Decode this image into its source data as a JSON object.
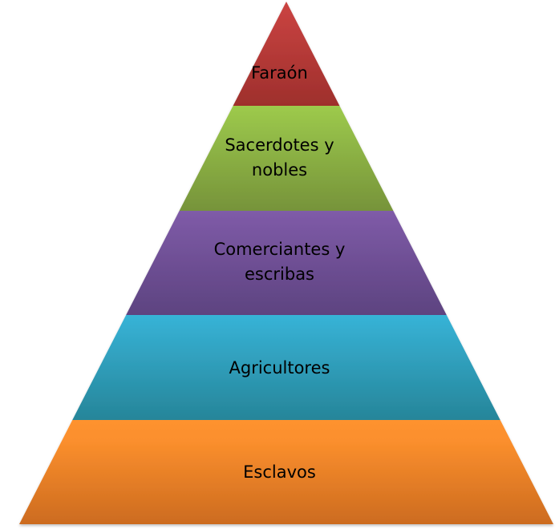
{
  "diagram": {
    "type": "pyramid",
    "layers": [
      {
        "label": "Faraón",
        "lines": [
          "Faraón"
        ],
        "color_top": "#cb4442",
        "color_bottom": "#9e2f2c"
      },
      {
        "label": "Sacerdotes y nobles",
        "lines": [
          "Sacerdotes y",
          "nobles"
        ],
        "color_top": "#9dca4c",
        "color_bottom": "#76933a"
      },
      {
        "label": "Comerciantes y escribas",
        "lines": [
          "Comerciantes y",
          "escribas"
        ],
        "color_top": "#7f5ba8",
        "color_bottom": "#5d4380"
      },
      {
        "label": "Agricultores",
        "lines": [
          "Agricultores"
        ],
        "color_top": "#37b3d7",
        "color_bottom": "#268599"
      },
      {
        "label": "Esclavos",
        "lines": [
          "Esclavos"
        ],
        "color_top": "#fe922e",
        "color_bottom": "#cc6b1f"
      }
    ]
  }
}
